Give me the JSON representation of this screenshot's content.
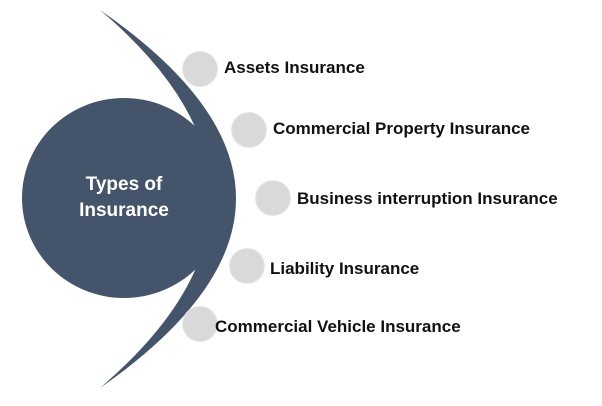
{
  "hub": {
    "line1": "Types of",
    "line2": "Insurance"
  },
  "items": [
    {
      "label": "Assets Insurance"
    },
    {
      "label": "Commercial Property Insurance"
    },
    {
      "label": "Business interruption Insurance"
    },
    {
      "label": "Liability Insurance"
    },
    {
      "label": "Commercial Vehicle Insurance"
    }
  ],
  "colors": {
    "hub_fill": "#44546a",
    "arc": "#44546a",
    "node_fill": "#d9d9d9",
    "hub_text": "#ffffff",
    "label_text": "#111111"
  }
}
